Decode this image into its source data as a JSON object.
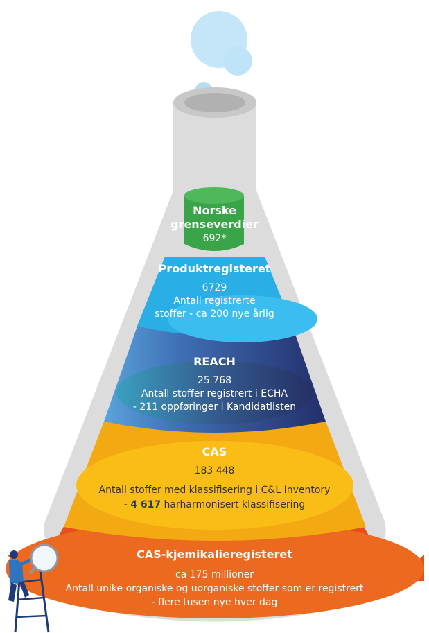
{
  "layers": [
    {
      "id": "norske",
      "title_line1": "Norske",
      "title_line2": "grenseverdier",
      "value": "692*",
      "color": "#3aa548"
    },
    {
      "id": "produkt",
      "title": "Produktregisteret",
      "value": "6729",
      "line1": "Antall registrerte",
      "line2": "stoffer - ca 200 nye årlig",
      "color": "#2eb6ea"
    },
    {
      "id": "reach",
      "title": "REACH",
      "value": "25 768",
      "line1": "Antall stoffer registrert i ECHA",
      "line2": "- 211 oppføringer i Kandidatlisten",
      "color": "#2b3a7a"
    },
    {
      "id": "cas",
      "title": "CAS",
      "value": "183 448",
      "line1": "Antall stoffer med klassifisering i C&L Inventory",
      "line2_prefix": "- ",
      "line2_bold": "4 617",
      "line2_rest": " harharmonisert klassifisering",
      "color": "#f6b215"
    },
    {
      "id": "cas-kjemikalie",
      "title": "CAS-kjemikalieregisteret",
      "value": "ca 175 millioner",
      "line1": "Antall unike organiske og uorganiske stoffer som er registrert",
      "line2": "- flere tusen nye hver dag",
      "color": "#e8571c"
    }
  ],
  "icons": {
    "flask": "erlenmeyer-flask-icon",
    "bubbles": "bubble-icon",
    "person": "scientist-on-ladder-icon",
    "magnifier": "magnifying-glass-icon"
  }
}
